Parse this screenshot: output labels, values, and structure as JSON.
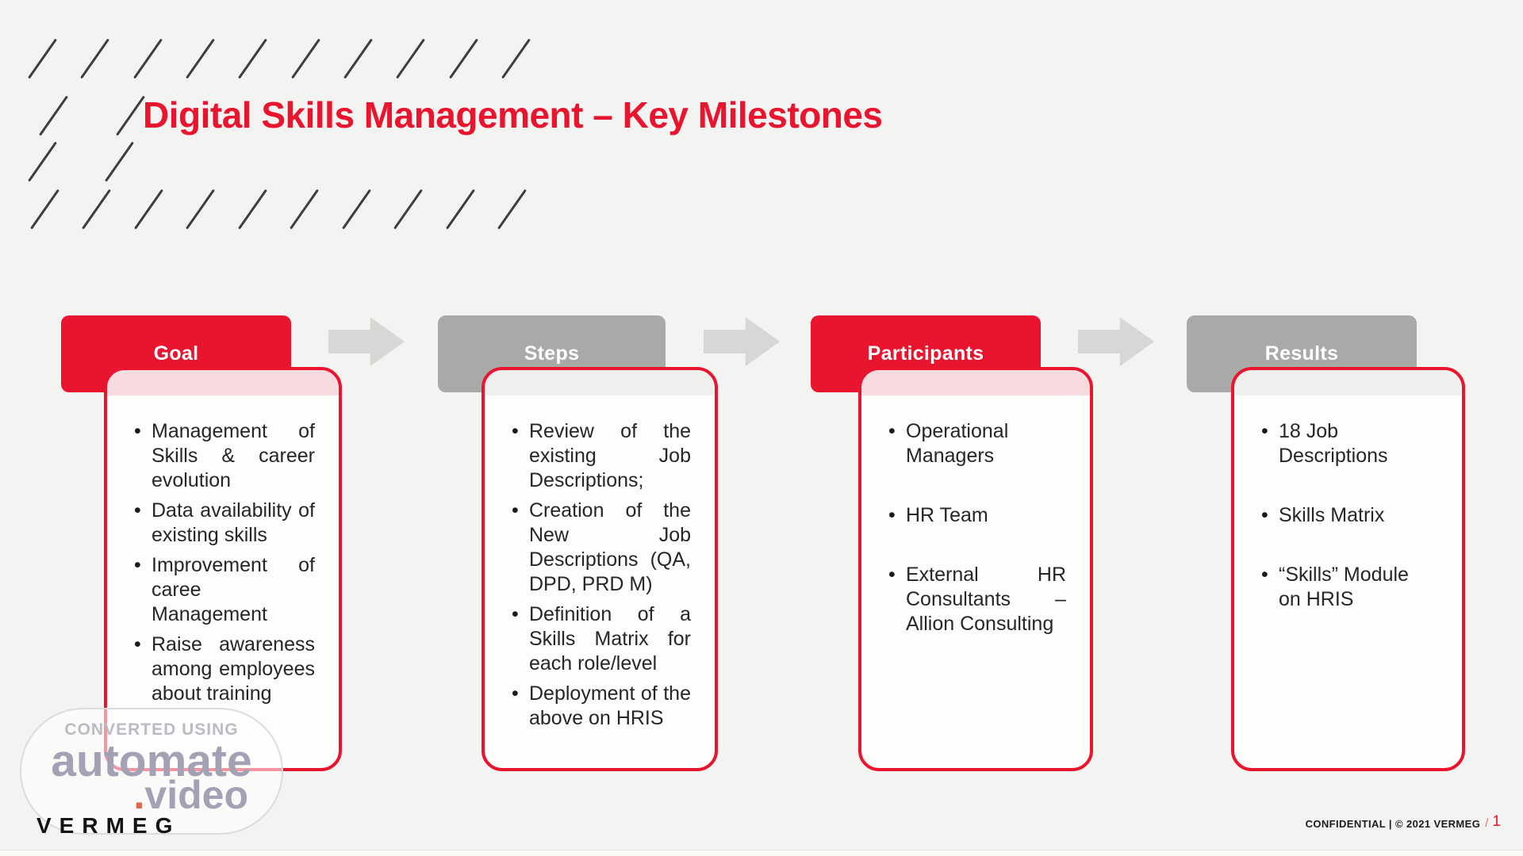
{
  "slide": {
    "title": "Digital Skills Management – Key Milestones",
    "columns": [
      {
        "header": "Goal",
        "header_color": "#e9142e",
        "bullets": [
          "Management of Skills & career evolution",
          "Data availability of existing skills",
          "Improvement of caree Management",
          "Raise awareness among employees about training"
        ]
      },
      {
        "header": "Steps",
        "header_color": "#a9a9a7",
        "bullets": [
          "Review of the existing Job Descriptions;",
          "Creation of the New Job Descriptions (QA, DPD, PRD M)",
          "Definition of a Skills Matrix for each role/level",
          "Deployment of the above on HRIS"
        ]
      },
      {
        "header": "Participants",
        "header_color": "#e9142e",
        "bullets": [
          "Operational Managers",
          "HR Team",
          "External HR Consultants – Allion Consulting"
        ]
      },
      {
        "header": "Results",
        "header_color": "#a9a9a7",
        "bullets": [
          "18 Job Descriptions",
          "Skills Matrix",
          "“Skills” Module on HRIS"
        ]
      }
    ]
  },
  "watermark": {
    "converted_using": "CONVERTED USING",
    "brand_top": "automate",
    "dot": ".",
    "brand_bottom": "video"
  },
  "logo": {
    "text": "VERMEG"
  },
  "footer": {
    "confidential_text": "CONFIDENTIAL | © 2021 VERMEG",
    "separator": "/",
    "page_number": "1"
  },
  "colors": {
    "accent_red": "#e9142e",
    "header_gray": "#a9a9a7",
    "arrow_gray": "#d7d7d5",
    "band_pink": "#f8dbde",
    "band_gray": "#efefed",
    "background": "#f3f3f1",
    "body_text": "#262626",
    "watermark_text": "#a3a1b4",
    "watermark_dot": "#e2654e"
  }
}
